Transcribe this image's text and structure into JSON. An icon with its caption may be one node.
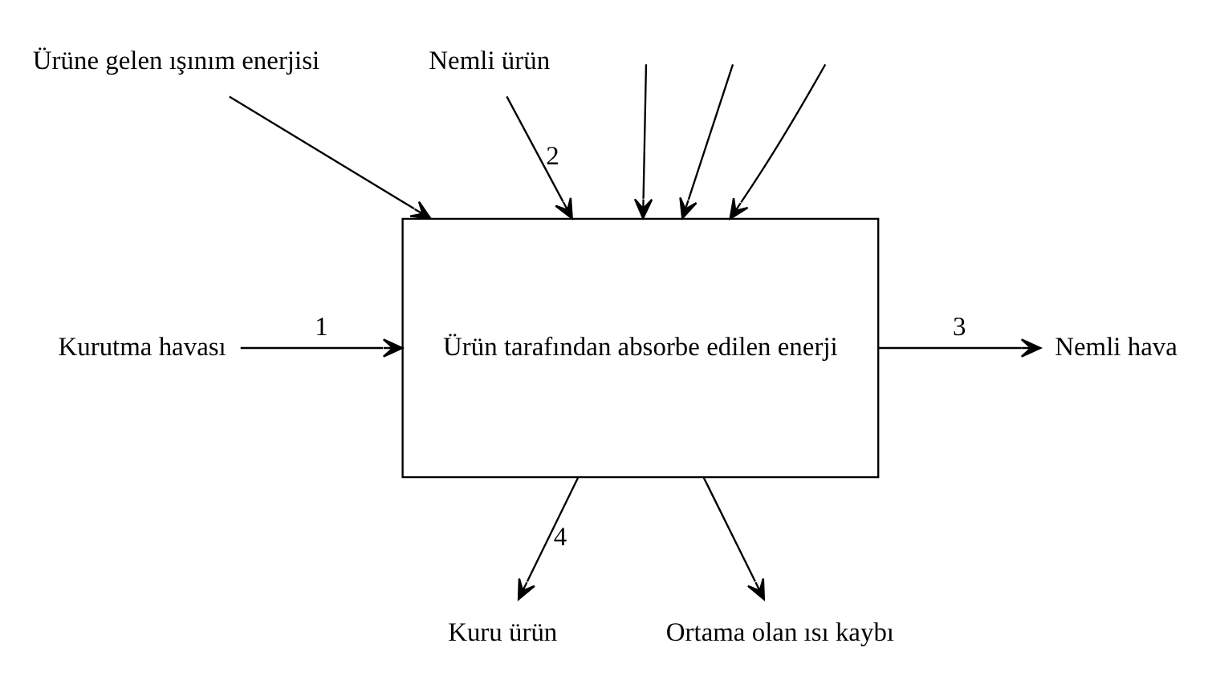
{
  "diagram": {
    "nodes": [
      {
        "text": [
          "Ürün tarafından absorbe edilen enerji"
        ]
      },
      {
        "text": [
          "Ürüne gelen ışınım enerjisi"
        ]
      },
      {
        "text": [
          "Nemli ürün"
        ]
      },
      {
        "text": [
          "Kurutma havası"
        ]
      },
      {
        "text": [
          "Nemli hava"
        ]
      },
      {
        "text": [
          "Kuru ürün"
        ]
      },
      {
        "text": [
          "Ortama olan ısı kaybı"
        ]
      }
    ],
    "edges": [
      {
        "from": 1,
        "to": 0,
        "arrow": "to"
      },
      {
        "from": 2,
        "to": 0,
        "arrow": "to",
        "label": "2"
      },
      {
        "from": 3,
        "to": 0,
        "arrow": "to",
        "label": "1"
      },
      {
        "from": 0,
        "to": 4,
        "arrow": "to",
        "label": "3"
      },
      {
        "from": 0,
        "to": 5,
        "arrow": "to",
        "label": "4"
      },
      {
        "from": 0,
        "to": 6,
        "arrow": "to"
      },
      {
        "from": null,
        "to": 0,
        "arrow": "to"
      },
      {
        "from": null,
        "to": 0,
        "arrow": "to"
      },
      {
        "from": null,
        "to": 0,
        "arrow": "to"
      }
    ]
  }
}
